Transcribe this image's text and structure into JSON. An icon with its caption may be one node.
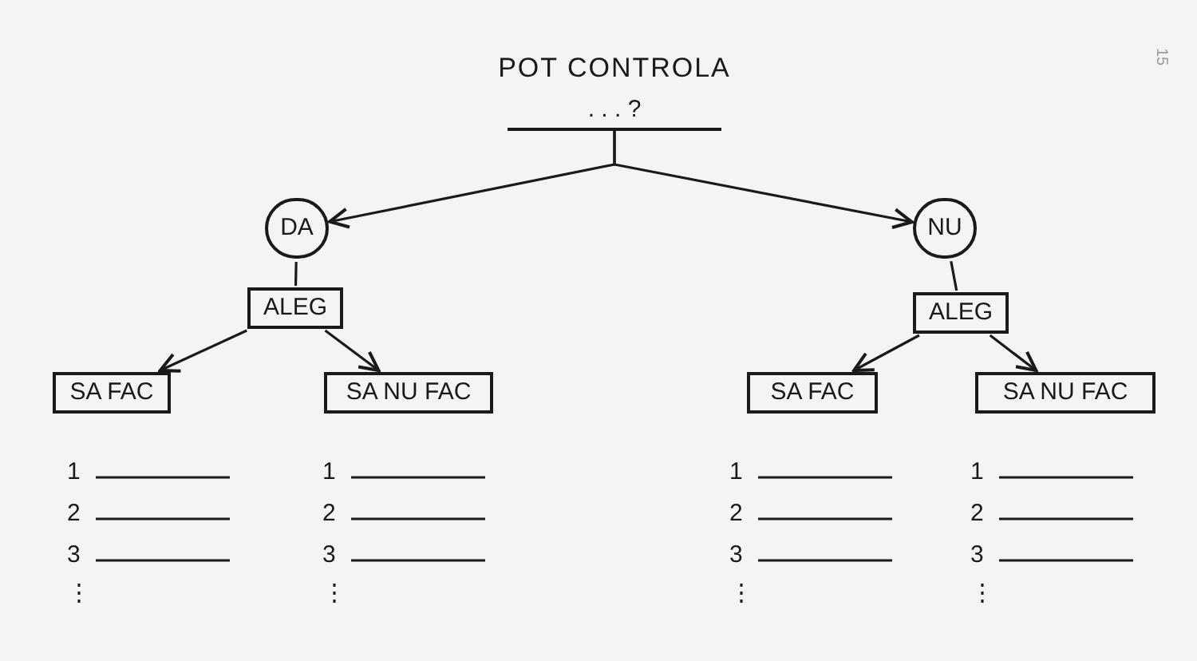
{
  "diagram": {
    "title": "POT CONTROLA",
    "nodes": [
      {
        "text": [
          ". . . ?"
        ]
      },
      {
        "text": [
          "DA"
        ]
      },
      {
        "text": [
          "NU"
        ]
      },
      {
        "text": [
          "ALEG"
        ]
      },
      {
        "text": [
          "ALEG"
        ]
      },
      {
        "text": [
          "SA FAC"
        ]
      },
      {
        "text": [
          "SA NU FAC"
        ]
      },
      {
        "text": [
          "SA FAC"
        ]
      },
      {
        "text": [
          "SA NU FAC"
        ]
      }
    ],
    "edges": [
      {
        "from": 0,
        "to": 1,
        "arrow": "to"
      },
      {
        "from": 0,
        "to": 2,
        "arrow": "to"
      },
      {
        "from": 1,
        "to": 3,
        "arrow": "none"
      },
      {
        "from": 2,
        "to": 4,
        "arrow": "none"
      },
      {
        "from": 3,
        "to": 5,
        "arrow": "to"
      },
      {
        "from": 3,
        "to": 6,
        "arrow": "to"
      },
      {
        "from": 4,
        "to": 7,
        "arrow": "to"
      },
      {
        "from": 4,
        "to": 8,
        "arrow": "to"
      }
    ],
    "labels": [
      "15",
      "1",
      "2",
      "3",
      "⋮",
      "1",
      "2",
      "3",
      "⋮",
      "1",
      "2",
      "3",
      "⋮",
      "1",
      "2",
      "3",
      "⋮"
    ]
  }
}
